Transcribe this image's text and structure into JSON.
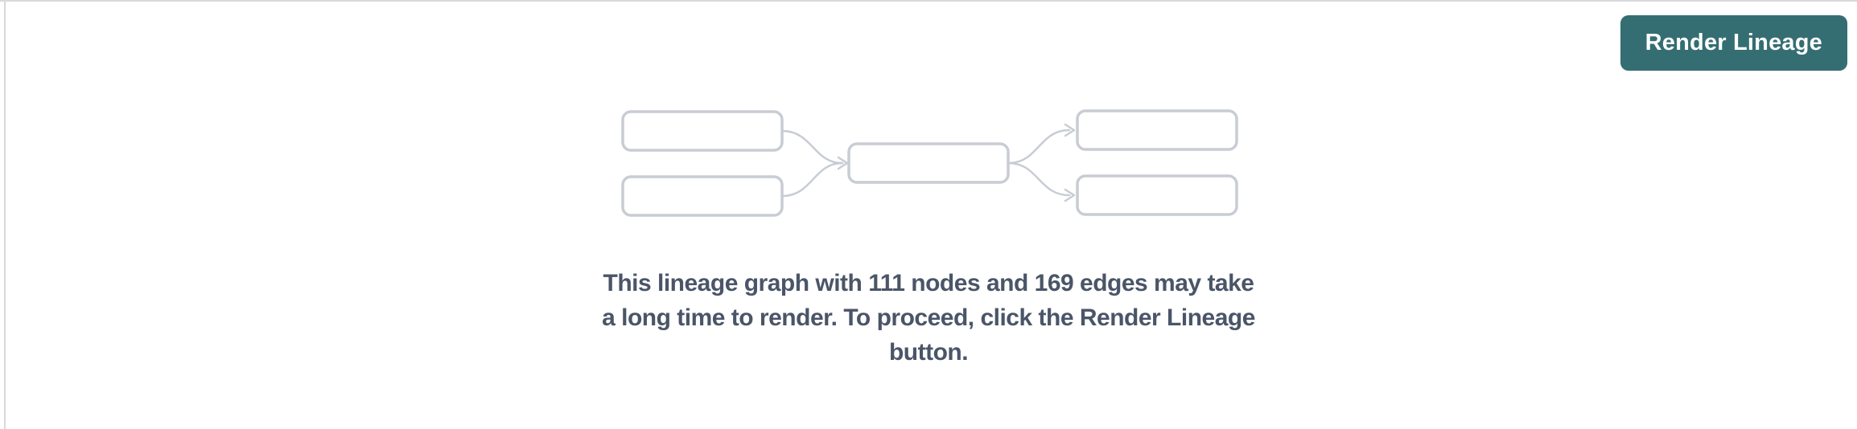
{
  "theme": {
    "panel-bg": "#ffffff",
    "divider": "#d9d9dd",
    "accent": "#346e72",
    "accent-text": "#ffffff",
    "node-border": "#c8ccd4",
    "message-text": "#4a5568"
  },
  "toolbar": {
    "render_lineage_label": "Render Lineage"
  },
  "placeholder": {
    "node_count": "111",
    "edge_count": "169",
    "message_lines": [
      "This lineage graph with 111 nodes and 169 edges may take",
      "a long time to render. To proceed, click the Render Lineage",
      "button."
    ]
  }
}
